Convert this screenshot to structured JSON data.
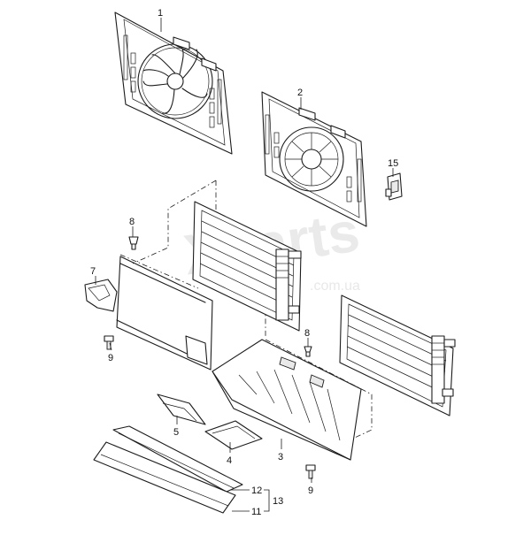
{
  "watermark": {
    "brand": "Xparts",
    "url": ".com.ua"
  },
  "callouts": [
    {
      "id": "1",
      "text": "1"
    },
    {
      "id": "2",
      "text": "2"
    },
    {
      "id": "3",
      "text": "3"
    },
    {
      "id": "4",
      "text": "4"
    },
    {
      "id": "5",
      "text": "5"
    },
    {
      "id": "7",
      "text": "7"
    },
    {
      "id": "8a",
      "text": "8"
    },
    {
      "id": "8b",
      "text": "8"
    },
    {
      "id": "9a",
      "text": "9"
    },
    {
      "id": "9b",
      "text": "9"
    },
    {
      "id": "11",
      "text": "11"
    },
    {
      "id": "12",
      "text": "12"
    },
    {
      "id": "13",
      "text": "13"
    },
    {
      "id": "15",
      "text": "15"
    }
  ]
}
